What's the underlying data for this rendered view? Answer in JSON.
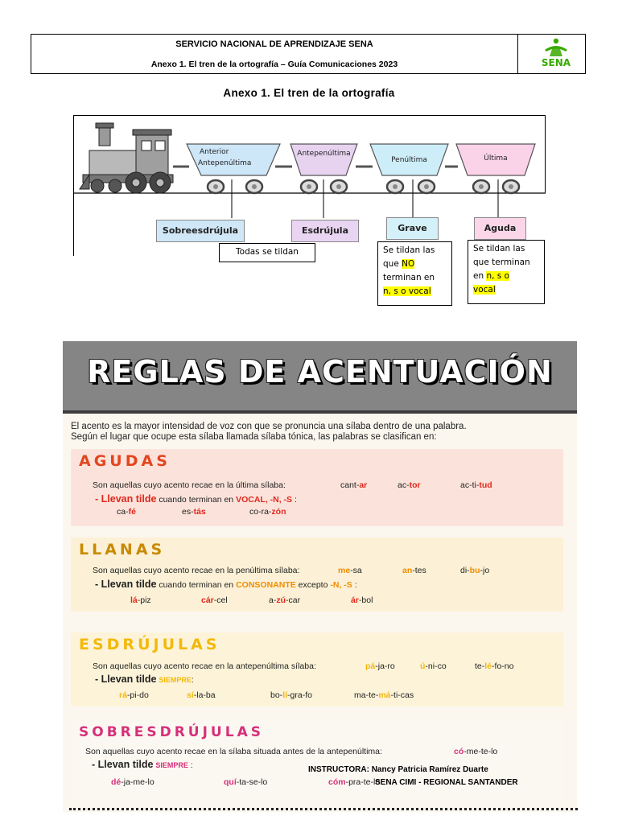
{
  "header": {
    "institution": "SERVICIO NACIONAL DE APRENDIZAJE SENA",
    "subtitle": "Anexo 1. El tren de la ortografía – Guía Comunicaciones 2023",
    "logo_text": "SENA",
    "logo_color": "#39a900"
  },
  "page_title": "Anexo 1. El tren de la ortografía",
  "train": {
    "wagons": [
      {
        "line1": "Anterior",
        "line2": "Antepenúltima",
        "color": "#cde6f8"
      },
      {
        "line1": "Antepenúltima",
        "line2": "",
        "color": "#e7d3f0"
      },
      {
        "line1": "Penúltima",
        "line2": "",
        "color": "#cdeef8"
      },
      {
        "line1": "Última",
        "line2": "",
        "color": "#fbd3e9"
      }
    ],
    "types": [
      {
        "label": "Sobreesdrújula",
        "color": "#cfe7f7"
      },
      {
        "label": "Esdrújula",
        "color": "#e9d5f2"
      },
      {
        "label": "Grave",
        "color": "#d4f0f8"
      },
      {
        "label": "Aguda",
        "color": "#fbd6e8"
      }
    ],
    "notes": {
      "todas": "Todas se tildan",
      "grave": {
        "l1": "Se tildan las",
        "l2a": "que ",
        "l2b": "NO",
        "l3": "terminan en",
        "l4": "n, s o vocal"
      },
      "aguda": {
        "l1": "Se tildan las",
        "l2": "que terminan",
        "l3a": "en ",
        "l3b": "n, s o",
        "l4": "vocal"
      }
    }
  },
  "rules": {
    "banner": "REGLAS DE ACENTUACIÓN",
    "intro1": "El acento es la mayor intensidad de voz con que se pronuncia una sílaba dentro de una palabra.",
    "intro2": "Según el lugar que ocupe esta sílaba llamada sílaba tónica, las palabras se clasifican en:",
    "agudas": {
      "title": "AGUDAS",
      "desc": "Son aquellas cuyo acento recae en la última sílaba:",
      "ex1": [
        [
          "cant-",
          "ar"
        ],
        [
          "ac-",
          "tor"
        ],
        [
          "ac-ti-",
          "tud"
        ]
      ],
      "rule_pre": "- Llevan tilde",
      "rule_mid": " cuando terminan en ",
      "rule_kw": "VOCAL, -N, -S",
      "rule_end": " :",
      "ex2": [
        [
          "ca-",
          "fé"
        ],
        [
          "es-",
          "tás"
        ],
        [
          "co-ra-",
          "zón"
        ]
      ]
    },
    "llanas": {
      "title": "LLANAS",
      "desc": "Son aquellas cuyo acento recae en la penúltima sílaba:",
      "ex1": [
        [
          "me",
          "-sa"
        ],
        [
          "an",
          "-tes"
        ],
        [
          "di-",
          "bu",
          "-jo"
        ]
      ],
      "rule_pre": "- Llevan tilde",
      "rule_mid": " cuando terminan en ",
      "rule_kw": "CONSONANTE",
      "rule_mid2": " excepto ",
      "rule_kw2": "-N, -S",
      "rule_end": " :",
      "ex2": [
        [
          "lá",
          "-piz"
        ],
        [
          "cár",
          "-cel"
        ],
        [
          "a-",
          "zú",
          "-car"
        ],
        [
          "ár",
          "-bol"
        ]
      ]
    },
    "esdrujulas": {
      "title": "ESDRÚJULAS",
      "desc": "Son aquellas cuyo acento recae en la antepenúltima sílaba:",
      "ex1": [
        [
          "pá",
          "-ja-ro"
        ],
        [
          "ú",
          "-ni-co"
        ],
        [
          "te-",
          "lé",
          "-fo-no"
        ]
      ],
      "rule_pre": "- Llevan tilde",
      "rule_kw": "SIEMPRE",
      "rule_end": ":",
      "ex2": [
        [
          "rá",
          "-pi-do"
        ],
        [
          "sí",
          "-la-ba"
        ],
        [
          "bo-",
          "lí",
          "-gra-fo"
        ],
        [
          "ma-te-",
          "má",
          "-ti-cas"
        ]
      ]
    },
    "sobresdrujulas": {
      "title": "SOBRESDRÚJULAS",
      "desc": "Son aquellas cuyo acento recae en la sílaba situada antes de la antepenúltima:",
      "ex1": [
        [
          "có",
          "-me-te-lo"
        ]
      ],
      "rule_pre": "- Llevan tilde",
      "rule_kw": "SIEMPRE",
      "rule_end": " :",
      "ex2": [
        [
          "dé",
          "-ja-me-lo"
        ],
        [
          "quí",
          "-ta-se-lo"
        ],
        [
          "cóm",
          "-pra-te-lo"
        ]
      ]
    }
  },
  "credits": {
    "line1": "INSTRUCTORA: Nancy Patricia Ramírez Duarte",
    "line2": "SENA CIMI - REGIONAL SANTANDER"
  }
}
